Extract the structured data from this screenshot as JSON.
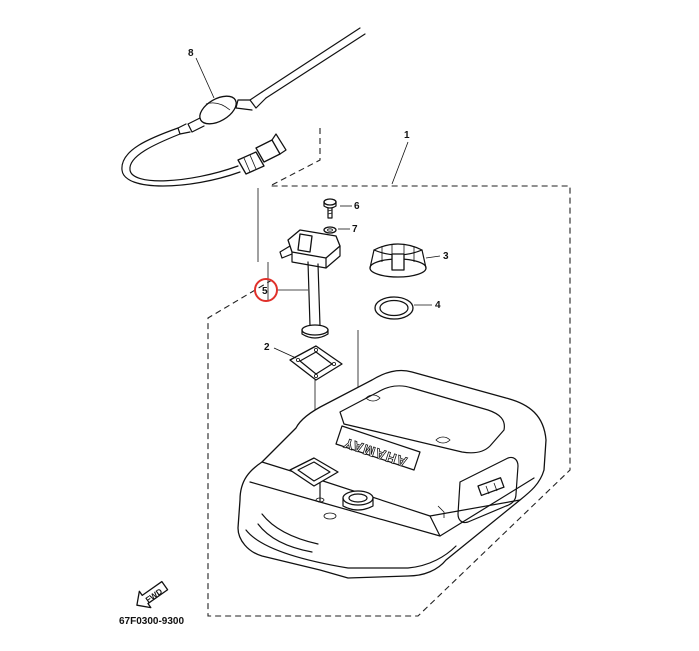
{
  "diagram": {
    "part_labels": [
      "1",
      "2",
      "3",
      "4",
      "5",
      "6",
      "7",
      "8"
    ],
    "brand_text": "YAMAHA",
    "direction_label": "FWD",
    "catalog_code": "67F0300-9300",
    "highlight_color": "#e0302a"
  }
}
